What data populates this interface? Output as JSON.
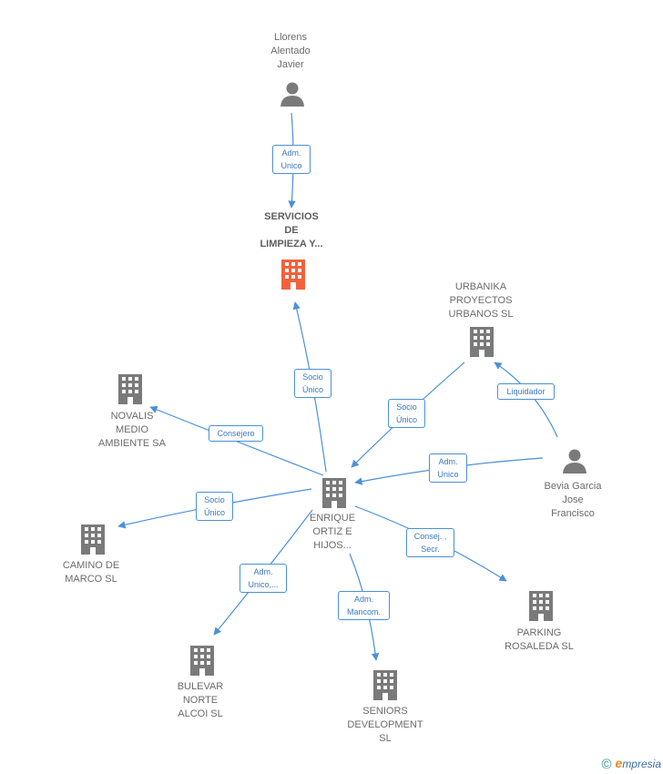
{
  "colors": {
    "edge": "#4a90d9",
    "building": "#7a7a7a",
    "building_highlight": "#f2623a",
    "person": "#7a7a7a"
  },
  "nodes": {
    "llorens": {
      "label": "Llorens\nAlentado\nJavier",
      "icon": "person-icon"
    },
    "servicios": {
      "label": "SERVICIOS\nDE\nLIMPIEZA Y...",
      "icon": "building-icon"
    },
    "urbanika": {
      "label": "URBANIKA\nPROYECTOS\nURBANOS  SL",
      "icon": "building-icon"
    },
    "novalis": {
      "label": "NOVALIS\nMEDIO\nAMBIENTE SA",
      "icon": "building-icon"
    },
    "bevia": {
      "label": "Bevia Garcia\nJose\nFrancisco",
      "icon": "person-icon"
    },
    "enrique": {
      "label": "ENRIQUE\nORTIZ E\nHIJOS...",
      "icon": "building-icon"
    },
    "camino": {
      "label": "CAMINO DE\nMARCO  SL",
      "icon": "building-icon"
    },
    "parking": {
      "label": "PARKING\nROSALEDA  SL",
      "icon": "building-icon"
    },
    "bulevar": {
      "label": "BULEVAR\nNORTE\nALCOI SL",
      "icon": "building-icon"
    },
    "seniors": {
      "label": "SENIORS\nDEVELOPMENT\nSL",
      "icon": "building-icon"
    }
  },
  "relations": {
    "adm_unico_top": "Adm.\nUnico",
    "socio_unico_servicios": "Socio\nÚnico",
    "liquidador": "Liquidador",
    "socio_unico_urbanika": "Socio\nÚnico",
    "consejero": "Consejero",
    "adm_unico_bevia": "Adm.\nUnico",
    "socio_unico_camino": "Socio\nÚnico",
    "consej_secr": "Consej. ,\nSecr.",
    "adm_unico_bulevar": "Adm.\nUnico,...",
    "adm_mancom": "Adm.\nMancom."
  },
  "footer": {
    "copyright": "©",
    "brand_e": "e",
    "brand_rest": "mpresia"
  }
}
